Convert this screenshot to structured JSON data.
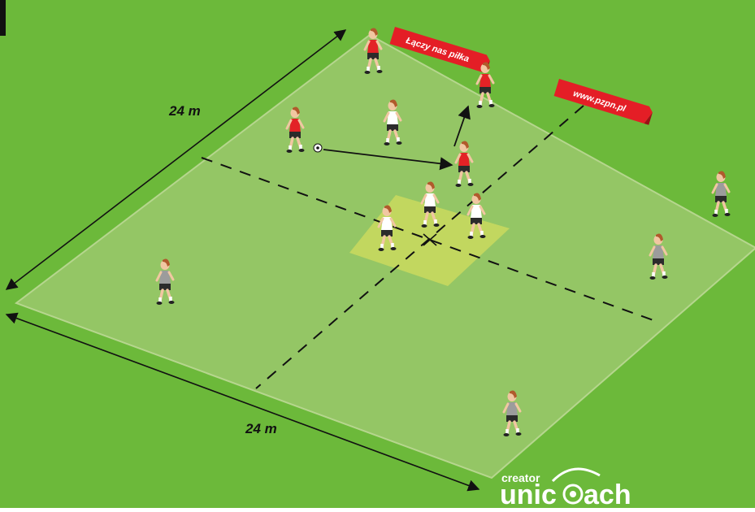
{
  "diagram": {
    "dimension_top_left": "24 m",
    "dimension_bottom": "24 m",
    "banner_left": "Łączy nas piłka",
    "banner_right": "www.pzpn.pl",
    "logo_small": "creator",
    "logo_big_left": "unic",
    "logo_big_right": "ach",
    "colors": {
      "grass": "#6cb93a",
      "pitch": "#94c665",
      "zone": "#c6d85e",
      "banner": "#e41e26",
      "red_team": "#e32226",
      "white_team": "#ffffff",
      "grey_team": "#9c9c9c"
    }
  }
}
